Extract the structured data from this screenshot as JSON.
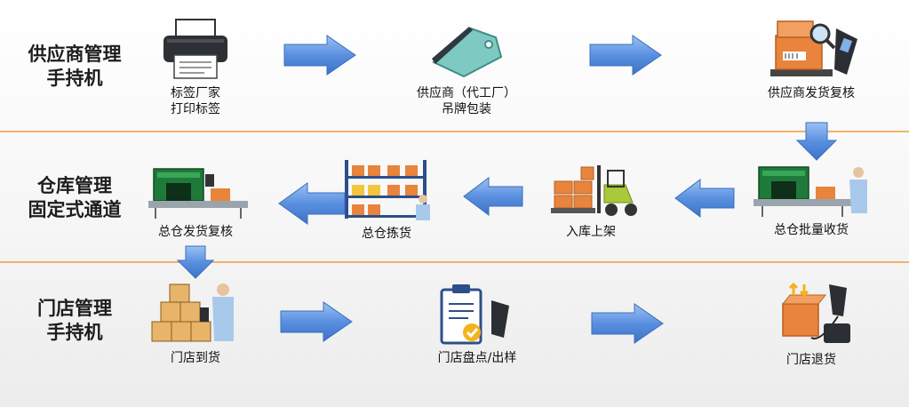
{
  "rows": [
    {
      "title_line1": "供应商管理",
      "title_line2": "手持机"
    },
    {
      "title_line1": "仓库管理",
      "title_line2": "固定式通道"
    },
    {
      "title_line1": "门店管理",
      "title_line2": "手持机"
    }
  ],
  "steps": {
    "label_printing": {
      "line1": "标签厂家",
      "line2": "打印标签",
      "icon": "printer-icon"
    },
    "tag_packaging": {
      "line1": "供应商（代工厂）",
      "line2": "吊牌包装",
      "icon": "hang-tag-icon"
    },
    "supplier_check": {
      "line1": "供应商发货复核",
      "icon": "handheld-scanner-boxes-icon"
    },
    "bulk_receiving": {
      "line1": "总仓批量收货",
      "icon": "rfid-tunnel-icon"
    },
    "inbound_shelving": {
      "line1": "入库上架",
      "icon": "forklift-icon"
    },
    "picking": {
      "line1": "总仓拣货",
      "icon": "warehouse-shelf-icon"
    },
    "dispatch_check": {
      "line1": "总仓发货复核",
      "icon": "rfid-tunnel-icon"
    },
    "store_receiving": {
      "line1": "门店到货",
      "icon": "stacked-boxes-icon"
    },
    "inventory": {
      "line1": "门店盘点/出样",
      "icon": "clipboard-check-icon"
    },
    "returns": {
      "line1": "门店退货",
      "icon": "return-box-scanner-icon"
    }
  },
  "colors": {
    "arrow": "#4f86d8",
    "divider": "#f3b06a",
    "box": "#e8843c"
  }
}
